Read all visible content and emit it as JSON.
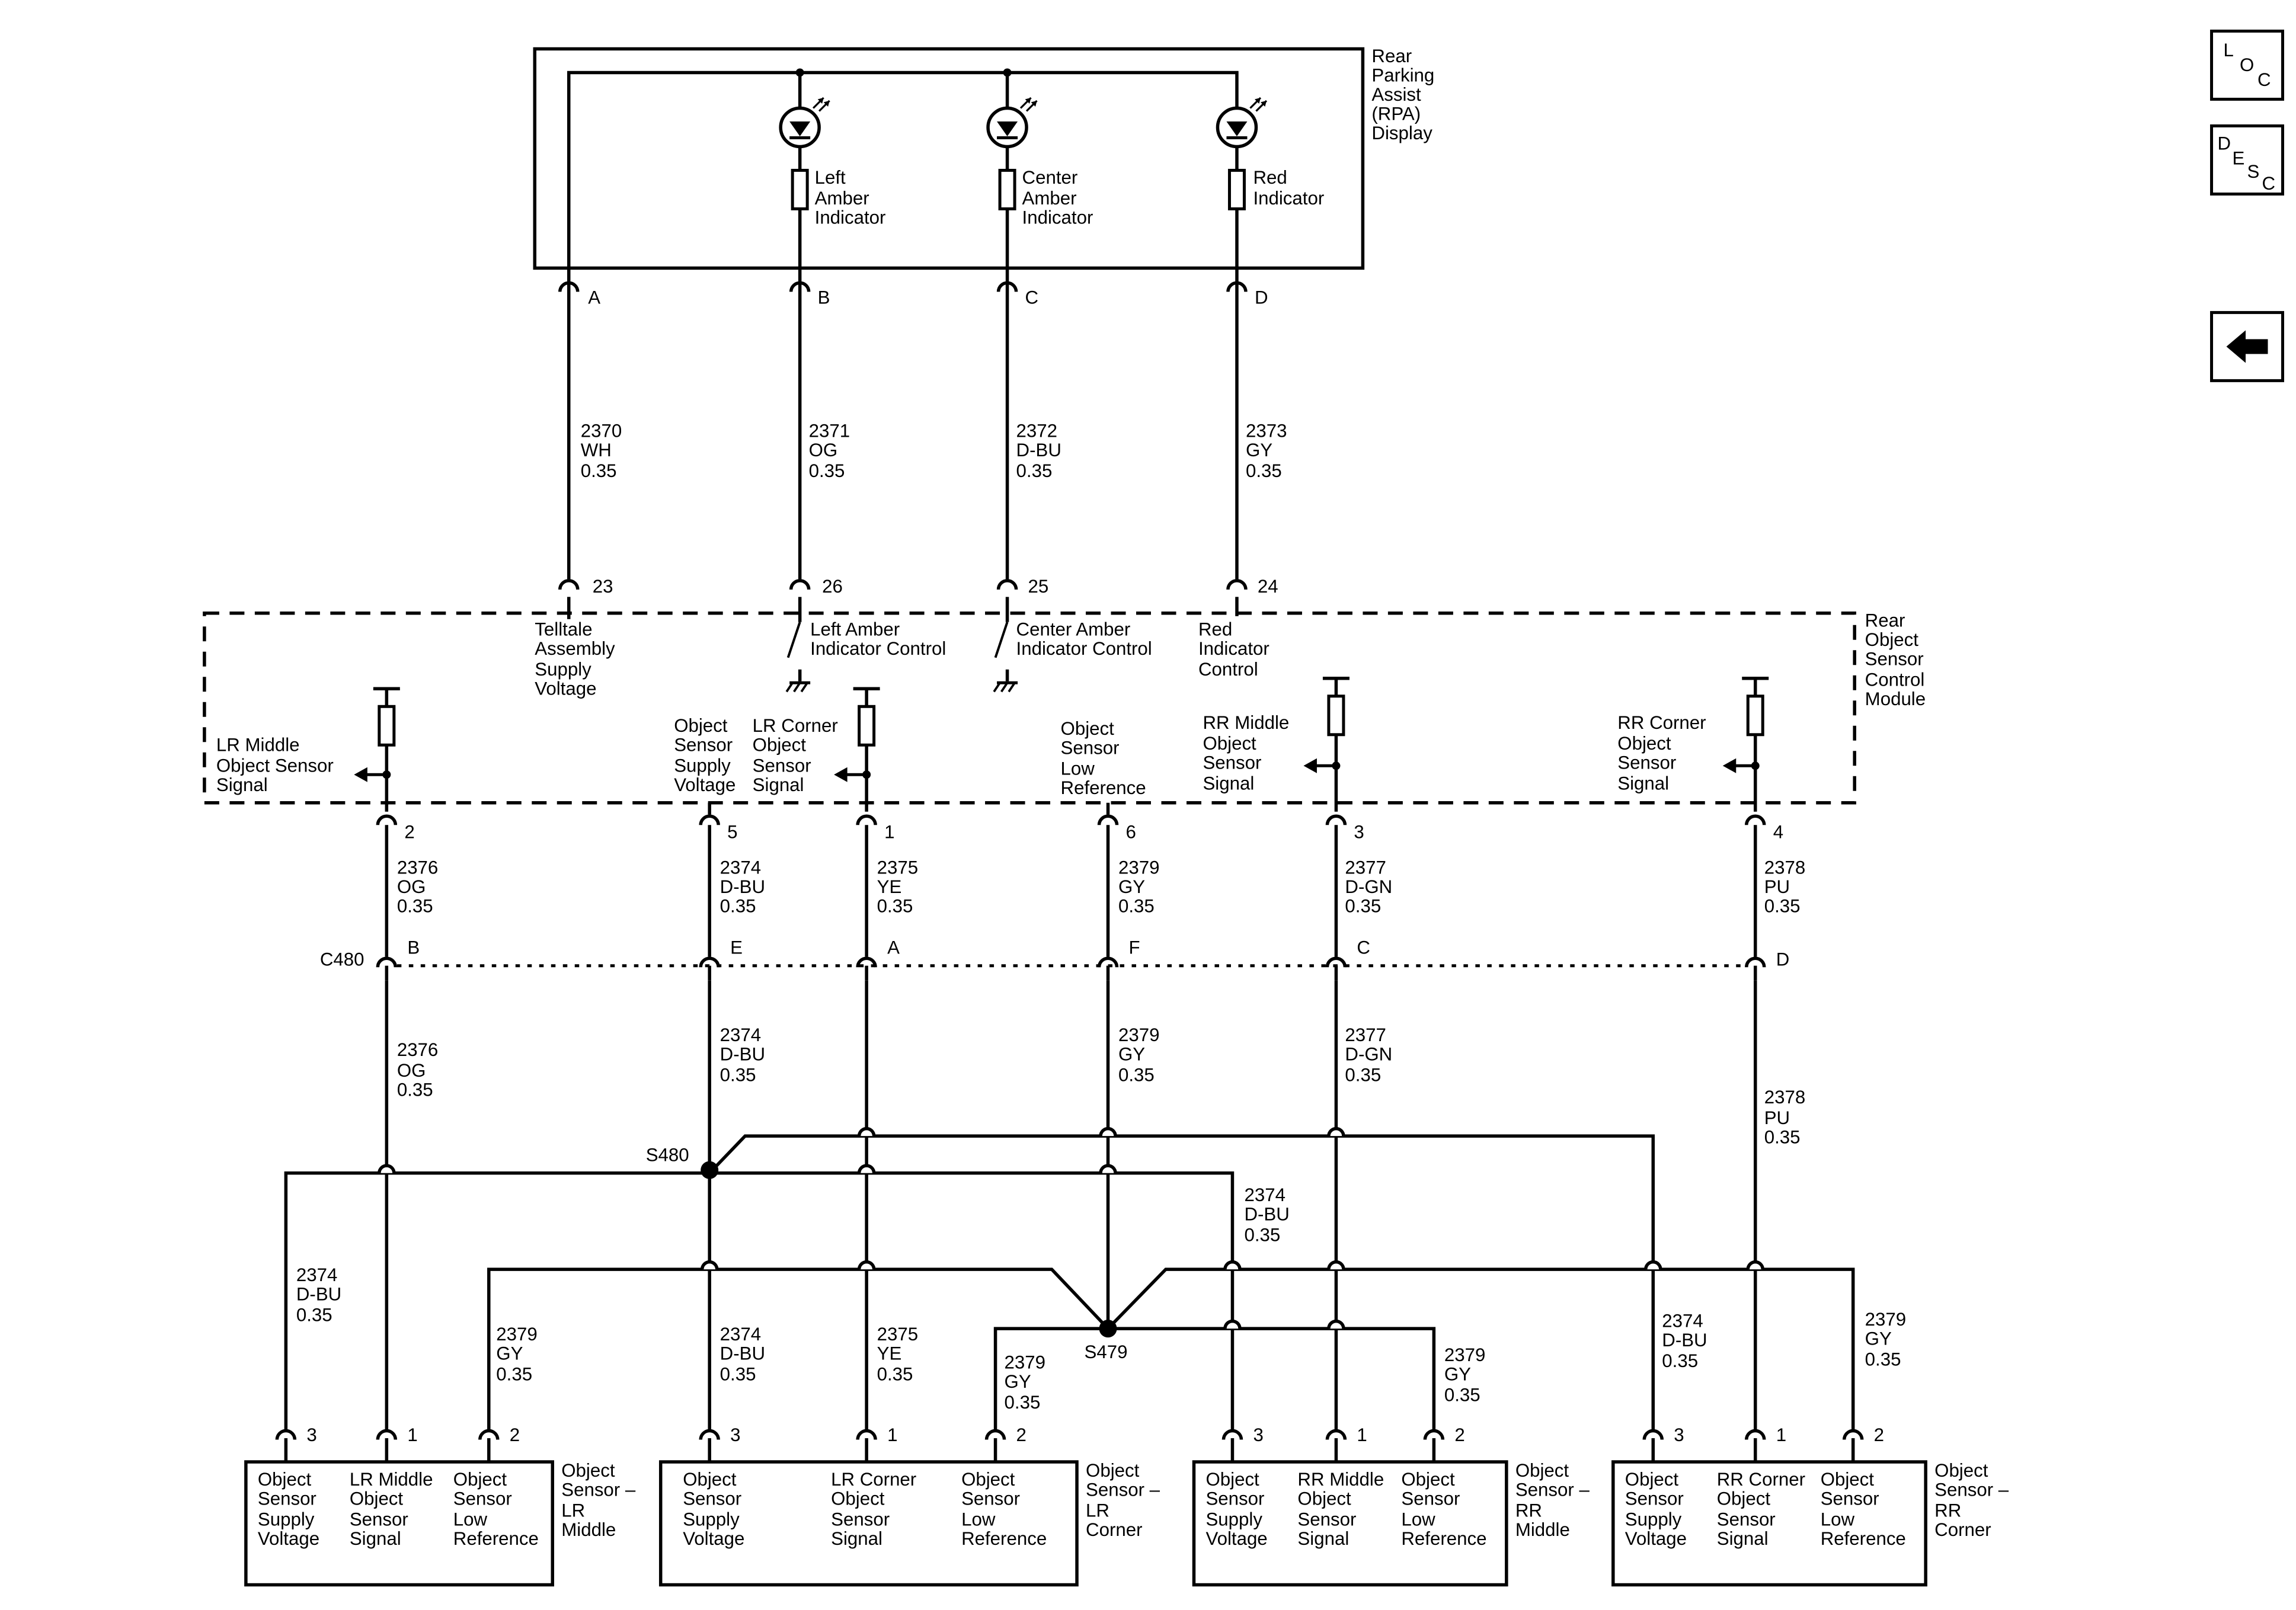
{
  "nav": {
    "loc": {
      "l1": "L",
      "l2": "O",
      "l3": "C"
    },
    "desc": {
      "l1": "D",
      "l2": "E",
      "l3": "S",
      "l4": "C"
    },
    "back_icon": "left-arrow-icon"
  },
  "rpa": {
    "title": [
      "Rear",
      "Parking",
      "Assist",
      "(RPA)",
      "Display"
    ],
    "indicators": [
      {
        "label": [
          "Left",
          "Amber",
          "Indicator"
        ],
        "pin": "B"
      },
      {
        "label": [
          "Center",
          "Amber",
          "Indicator"
        ],
        "pin": "C"
      },
      {
        "label": [
          "Red",
          "Indicator"
        ],
        "pin": "D"
      }
    ],
    "supply_pin": "A"
  },
  "upper_wires": [
    {
      "circuit": "2370",
      "color": "WH",
      "size": "0.35",
      "module_pin": "23"
    },
    {
      "circuit": "2371",
      "color": "OG",
      "size": "0.35",
      "module_pin": "26"
    },
    {
      "circuit": "2372",
      "color": "D-BU",
      "size": "0.35",
      "module_pin": "25"
    },
    {
      "circuit": "2373",
      "color": "GY",
      "size": "0.35",
      "module_pin": "24"
    }
  ],
  "module": {
    "title": [
      "Rear",
      "Object",
      "Sensor",
      "Control",
      "Module"
    ],
    "labels": {
      "telltale": [
        "Telltale",
        "Assembly",
        "Supply",
        "Voltage"
      ],
      "left_amber": [
        "Left Amber",
        "Indicator Control"
      ],
      "center_amber": [
        "Center Amber",
        "Indicator Control"
      ],
      "red": [
        "Red",
        "Indicator",
        "Control"
      ],
      "lr_middle": [
        "LR Middle",
        "Object Sensor",
        "Signal"
      ],
      "supply": [
        "Object",
        "Sensor",
        "Supply",
        "Voltage"
      ],
      "lr_corner": [
        "LR Corner",
        "Object",
        "Sensor",
        "Signal"
      ],
      "low_ref": [
        "Object",
        "Sensor",
        "Low",
        "Reference"
      ],
      "rr_middle": [
        "RR Middle",
        "Object",
        "Sensor",
        "Signal"
      ],
      "rr_corner": [
        "RR Corner",
        "Object",
        "Sensor",
        "Signal"
      ]
    }
  },
  "module_pins": [
    "2",
    "5",
    "1",
    "6",
    "3",
    "4"
  ],
  "mid_wires": [
    {
      "circuit": "2376",
      "color": "OG",
      "size": "0.35",
      "c480_pin": "B"
    },
    {
      "circuit": "2374",
      "color": "D-BU",
      "size": "0.35",
      "c480_pin": "E"
    },
    {
      "circuit": "2375",
      "color": "YE",
      "size": "0.35",
      "c480_pin": "A"
    },
    {
      "circuit": "2379",
      "color": "GY",
      "size": "0.35",
      "c480_pin": "F"
    },
    {
      "circuit": "2377",
      "color": "D-GN",
      "size": "0.35",
      "c480_pin": "C"
    },
    {
      "circuit": "2378",
      "color": "PU",
      "size": "0.35",
      "c480_pin": "D"
    }
  ],
  "connector": "C480",
  "splices": {
    "s480": "S480",
    "s479": "S479"
  },
  "lower_wires": [
    {
      "circuit": "2376",
      "color": "OG",
      "size": "0.35"
    },
    {
      "circuit": "2374",
      "color": "D-BU",
      "size": "0.35"
    },
    {
      "circuit": "2379",
      "color": "GY",
      "size": "0.35"
    },
    {
      "circuit": "2377",
      "color": "D-GN",
      "size": "0.35"
    },
    {
      "circuit": "2378",
      "color": "PU",
      "size": "0.35"
    }
  ],
  "branch_wires": [
    {
      "circuit": "2374",
      "color": "D-BU",
      "size": "0.35"
    },
    {
      "circuit": "2379",
      "color": "GY",
      "size": "0.35"
    },
    {
      "circuit": "2374",
      "color": "D-BU",
      "size": "0.35"
    },
    {
      "circuit": "2375",
      "color": "YE",
      "size": "0.35"
    },
    {
      "circuit": "2379",
      "color": "GY",
      "size": "0.35"
    },
    {
      "circuit": "2374",
      "color": "D-BU",
      "size": "0.35"
    },
    {
      "circuit": "2379",
      "color": "GY",
      "size": "0.35"
    },
    {
      "circuit": "2374",
      "color": "D-BU",
      "size": "0.35"
    },
    {
      "circuit": "2379",
      "color": "GY",
      "size": "0.35"
    }
  ],
  "sensors": [
    {
      "name": [
        "Object",
        "Sensor –",
        "LR",
        "Middle"
      ],
      "pins": [
        "3",
        "1",
        "2"
      ],
      "cols": [
        [
          "Object",
          "Sensor",
          "Supply",
          "Voltage"
        ],
        [
          "LR Middle",
          "Object",
          "Sensor",
          "Signal"
        ],
        [
          "Object",
          "Sensor",
          "Low",
          "Reference"
        ]
      ]
    },
    {
      "name": [
        "Object",
        "Sensor –",
        "LR",
        "Corner"
      ],
      "pins": [
        "3",
        "1",
        "2"
      ],
      "cols": [
        [
          "Object",
          "Sensor",
          "Supply",
          "Voltage"
        ],
        [
          "LR Corner",
          "Object",
          "Sensor",
          "Signal"
        ],
        [
          "Object",
          "Sensor",
          "Low",
          "Reference"
        ]
      ]
    },
    {
      "name": [
        "Object",
        "Sensor –",
        "RR",
        "Middle"
      ],
      "pins": [
        "3",
        "1",
        "2"
      ],
      "cols": [
        [
          "Object",
          "Sensor",
          "Supply",
          "Voltage"
        ],
        [
          "RR Middle",
          "Object",
          "Sensor",
          "Signal"
        ],
        [
          "Object",
          "Sensor",
          "Low",
          "Reference"
        ]
      ]
    },
    {
      "name": [
        "Object",
        "Sensor –",
        "RR",
        "Corner"
      ],
      "pins": [
        "3",
        "1",
        "2"
      ],
      "cols": [
        [
          "Object",
          "Sensor",
          "Supply",
          "Voltage"
        ],
        [
          "RR Corner",
          "Object",
          "Sensor",
          "Signal"
        ],
        [
          "Object",
          "Sensor",
          "Low",
          "Reference"
        ]
      ]
    }
  ]
}
